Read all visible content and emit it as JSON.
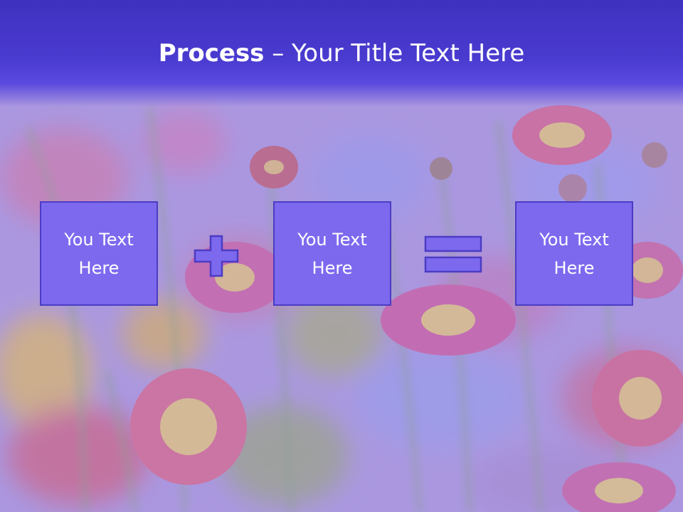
{
  "slide": {
    "title_bold": "Process",
    "title_rest": " – Your Title Text Here",
    "boxes": [
      {
        "label": "You Text Here"
      },
      {
        "label": "You Text Here"
      },
      {
        "label": "You Text Here"
      }
    ],
    "operators": [
      "plus-icon",
      "equals-icon"
    ]
  },
  "colors": {
    "title_band": "#4233c6",
    "box_fill": "#7d69ee",
    "box_border": "#4b3cc4",
    "text": "#ffffff"
  }
}
